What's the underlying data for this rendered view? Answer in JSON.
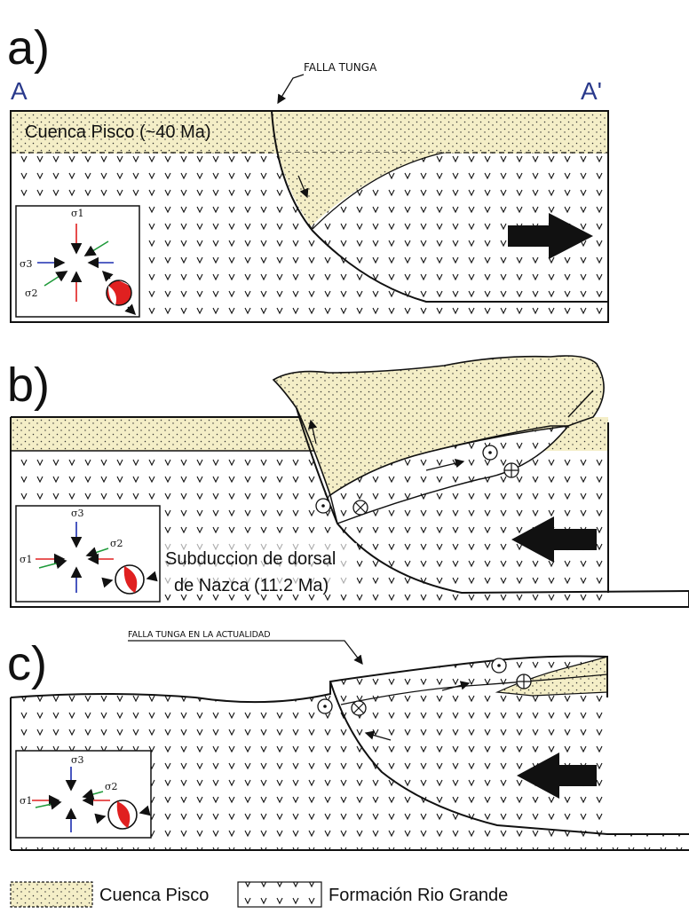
{
  "panels": {
    "a": {
      "letter": "a)",
      "section_start": "A",
      "section_end": "A'",
      "fault_label": "FALLA TUNGA",
      "basin_label": "Cuenca Pisco (~40 Ma)",
      "stress": {
        "s1": "σ1",
        "s2": "σ2",
        "s3": "σ3"
      }
    },
    "b": {
      "letter": "b)",
      "ridge_label_line1": "Subduccion de dorsal",
      "ridge_label_line2": "de Nazca (11.2 Ma)",
      "stress": {
        "s1": "σ1",
        "s2": "σ2",
        "s3": "σ3"
      }
    },
    "c": {
      "letter": "c)",
      "fault_label": "FALLA TUNGA EN LA ACTUALIDAD",
      "stress": {
        "s1": "σ1",
        "s2": "σ2",
        "s3": "σ3"
      }
    }
  },
  "legend": {
    "items": [
      {
        "label": "Cuenca Pisco",
        "swatch": "dotted-sand"
      },
      {
        "label": "Formación Rio Grande",
        "swatch": "v-pattern"
      }
    ]
  },
  "colors": {
    "sand": "#f4eec7",
    "section_letter": "#2a3a8c",
    "stress_red": "#e02020",
    "stress_green": "#1f9a3a",
    "stress_blue": "#1d2fb0"
  }
}
